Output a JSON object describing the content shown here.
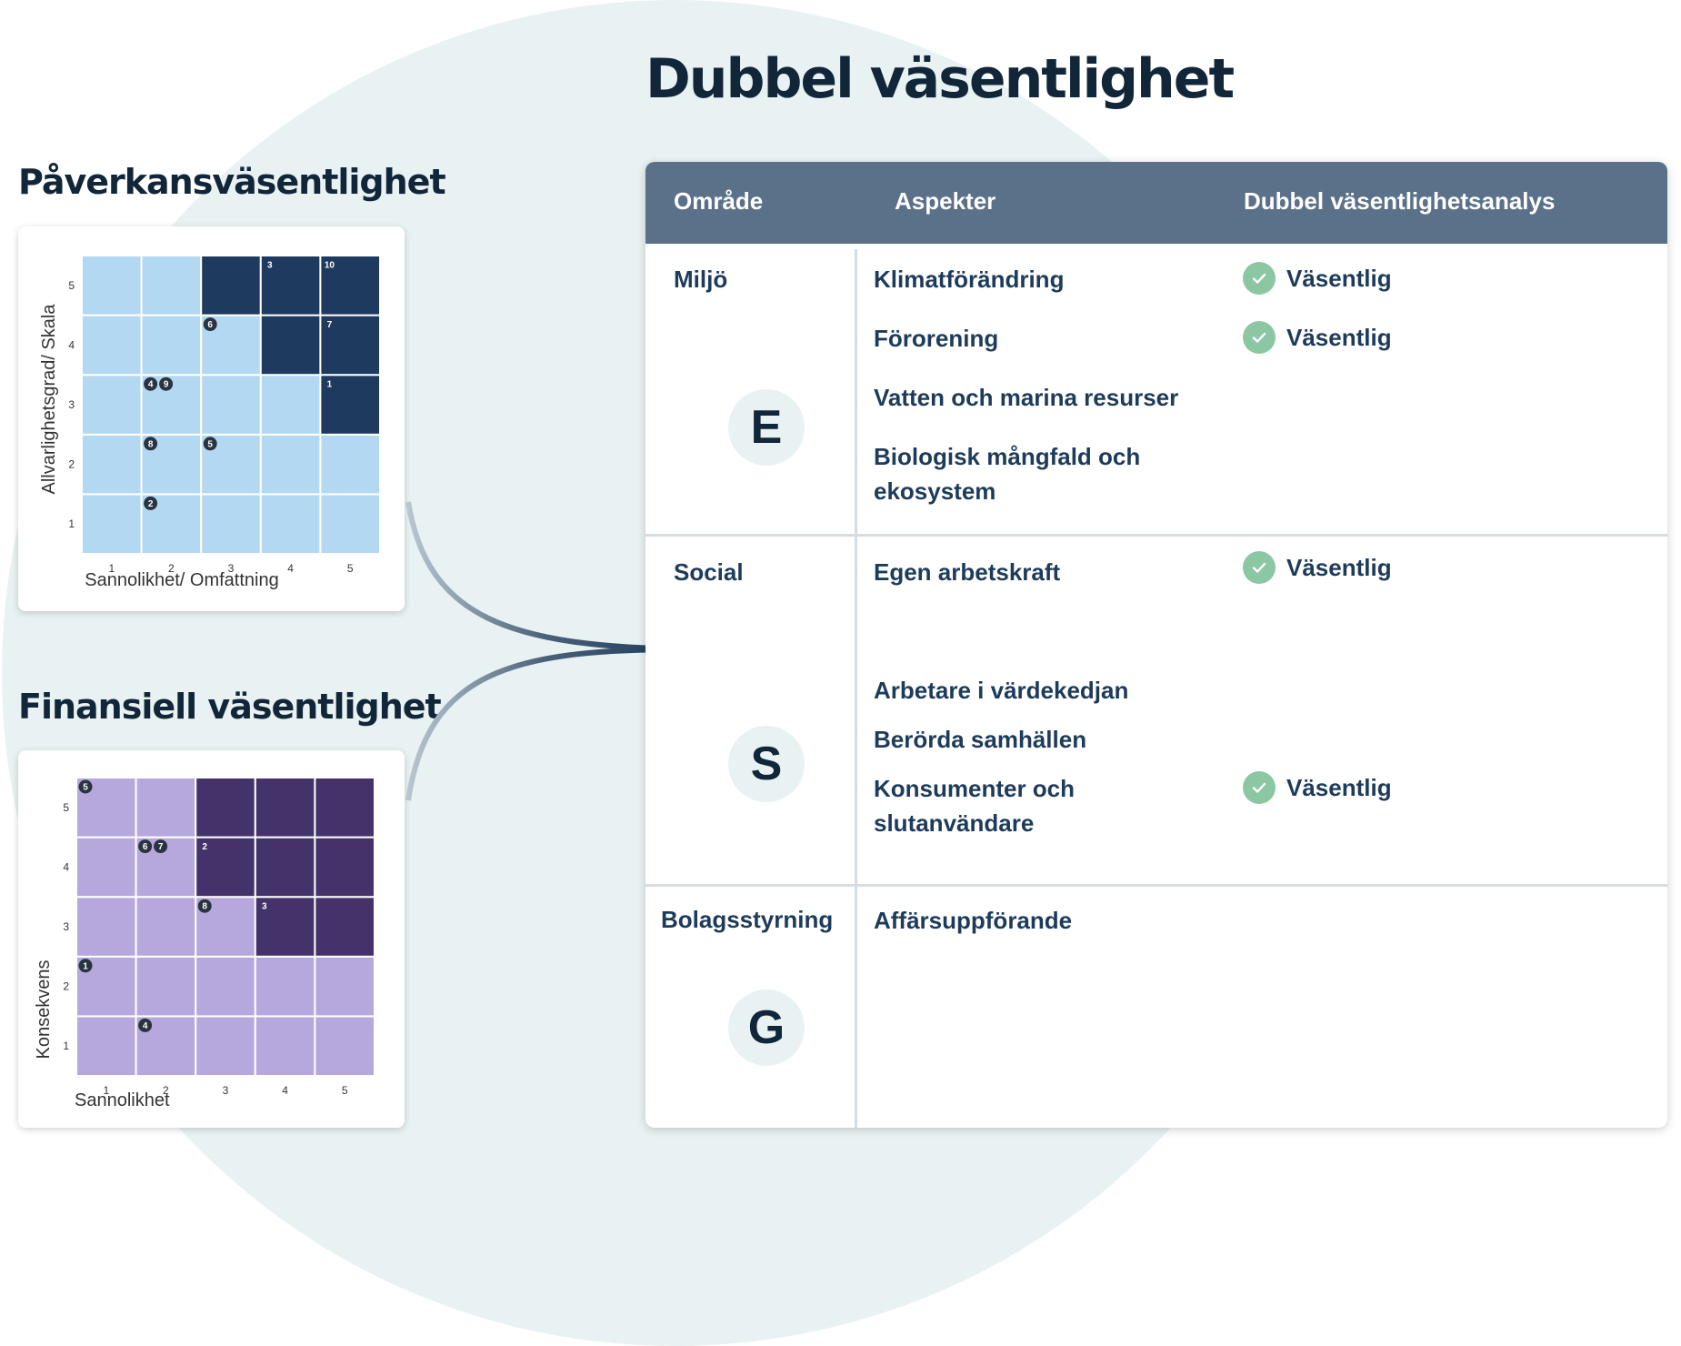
{
  "title": "Dubbel väsentlighet",
  "impact": {
    "title": "Påverkansväsentlighet",
    "x_label": "Sannolikhet/ Omfattning",
    "y_label": "Allvarlighetsgrad/ Skala",
    "colors": {
      "low": "#b3d8f2",
      "high": "#1e3a5e"
    }
  },
  "financial": {
    "title": "Finansiell väsentlighet",
    "x_label": "Sannolikhet",
    "y_label": "Konsekvens",
    "colors": {
      "low": "#b6a8dc",
      "high": "#44336a"
    }
  },
  "chart_data": [
    {
      "type": "heatmap",
      "title": "Påverkansväsentlighet",
      "xlabel": "Sannolikhet/ Omfattning",
      "ylabel": "Allvarlighetsgrad/ Skala",
      "x_ticks": [
        "1",
        "2",
        "3",
        "4",
        "5"
      ],
      "y_ticks": [
        "1",
        "2",
        "3",
        "4",
        "5"
      ],
      "xlim": [
        1,
        5
      ],
      "ylim": [
        1,
        5
      ],
      "high_cells": [
        [
          3,
          5
        ],
        [
          4,
          5
        ],
        [
          5,
          5
        ],
        [
          4,
          4
        ],
        [
          5,
          4
        ],
        [
          5,
          3
        ]
      ],
      "markers": [
        {
          "label": "3",
          "x": 4,
          "y": 5
        },
        {
          "label": "10",
          "x": 5,
          "y": 5
        },
        {
          "label": "6",
          "x": 3,
          "y": 4
        },
        {
          "label": "7",
          "x": 5,
          "y": 4
        },
        {
          "label": "4",
          "x": 2,
          "y": 3
        },
        {
          "label": "9",
          "x": 2,
          "y": 3
        },
        {
          "label": "1",
          "x": 5,
          "y": 3
        },
        {
          "label": "8",
          "x": 2,
          "y": 2
        },
        {
          "label": "5",
          "x": 3,
          "y": 2
        },
        {
          "label": "2",
          "x": 2,
          "y": 1
        }
      ]
    },
    {
      "type": "heatmap",
      "title": "Finansiell väsentlighet",
      "xlabel": "Sannolikhet",
      "ylabel": "Konsekvens",
      "x_ticks": [
        "1",
        "2",
        "3",
        "4",
        "5"
      ],
      "y_ticks": [
        "1",
        "2",
        "3",
        "4",
        "5"
      ],
      "xlim": [
        1,
        5
      ],
      "ylim": [
        1,
        5
      ],
      "high_cells": [
        [
          3,
          5
        ],
        [
          4,
          5
        ],
        [
          5,
          5
        ],
        [
          3,
          4
        ],
        [
          4,
          4
        ],
        [
          5,
          4
        ],
        [
          4,
          3
        ],
        [
          5,
          3
        ]
      ],
      "markers": [
        {
          "label": "5",
          "x": 1,
          "y": 5
        },
        {
          "label": "6",
          "x": 2,
          "y": 4
        },
        {
          "label": "7",
          "x": 2,
          "y": 4
        },
        {
          "label": "2",
          "x": 3,
          "y": 4
        },
        {
          "label": "8",
          "x": 3,
          "y": 3
        },
        {
          "label": "3",
          "x": 4,
          "y": 3
        },
        {
          "label": "1",
          "x": 1,
          "y": 2
        },
        {
          "label": "4",
          "x": 2,
          "y": 1
        }
      ]
    }
  ],
  "table": {
    "headers": [
      "Område",
      "Aspekter",
      "Dubbel väsentlighetsanalys"
    ],
    "status_color": "#8cc7a4",
    "sections": [
      {
        "area": "Miljö",
        "letter": "E",
        "aspects": [
          {
            "name": "Klimatförändring",
            "status": "Väsentlig"
          },
          {
            "name": "Förorening",
            "status": "Väsentlig"
          },
          {
            "name": "Vatten och marina resurser",
            "status": ""
          },
          {
            "name": "Biologisk mångfald och ekosystem",
            "status": ""
          }
        ]
      },
      {
        "area": "Social",
        "letter": "S",
        "aspects": [
          {
            "name": "Egen arbetskraft",
            "status": "Väsentlig"
          },
          {
            "name": "Arbetare i värdekedjan",
            "status": ""
          },
          {
            "name": "Berörda samhällen",
            "status": ""
          },
          {
            "name": "Konsumenter och slutanvändare",
            "status": "Väsentlig"
          }
        ]
      },
      {
        "area": "Bolagsstyrning",
        "letter": "G",
        "aspects": [
          {
            "name": "Affärsuppförande",
            "status": ""
          }
        ]
      }
    ]
  }
}
